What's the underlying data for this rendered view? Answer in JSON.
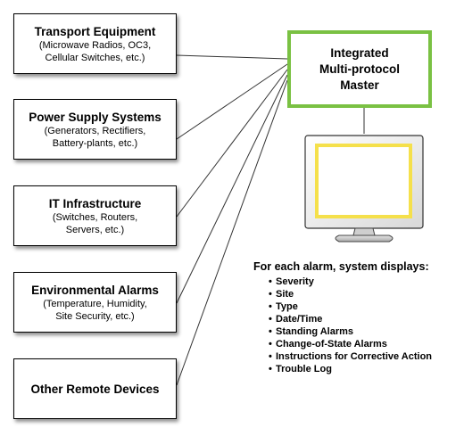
{
  "sources": [
    {
      "title": "Transport Equipment",
      "subtitle": "(Microwave Radios, OC3,\nCellular Switches, etc.)"
    },
    {
      "title": "Power Supply Systems",
      "subtitle": "(Generators, Rectifiers,\nBattery-plants, etc.)"
    },
    {
      "title": "IT Infrastructure",
      "subtitle": "(Switches, Routers,\nServers, etc.)"
    },
    {
      "title": "Environmental Alarms",
      "subtitle": "(Temperature, Humidity,\nSite Security, etc.)"
    },
    {
      "title": "Other Remote Devices",
      "subtitle": ""
    }
  ],
  "master": {
    "line1": "Integrated",
    "line2": "Multi-protocol",
    "line3": "Master",
    "border_color": "#7ac143"
  },
  "monitor": {
    "icon": "computer-monitor-icon",
    "screen_color": "#f5e04b"
  },
  "displays": {
    "heading": "For each alarm, system displays:",
    "items": [
      "Severity",
      "Site",
      "Type",
      "Date/Time",
      "Standing Alarms",
      "Change-of-State Alarms",
      "Instructions for Corrective Action",
      "Trouble Log"
    ]
  }
}
